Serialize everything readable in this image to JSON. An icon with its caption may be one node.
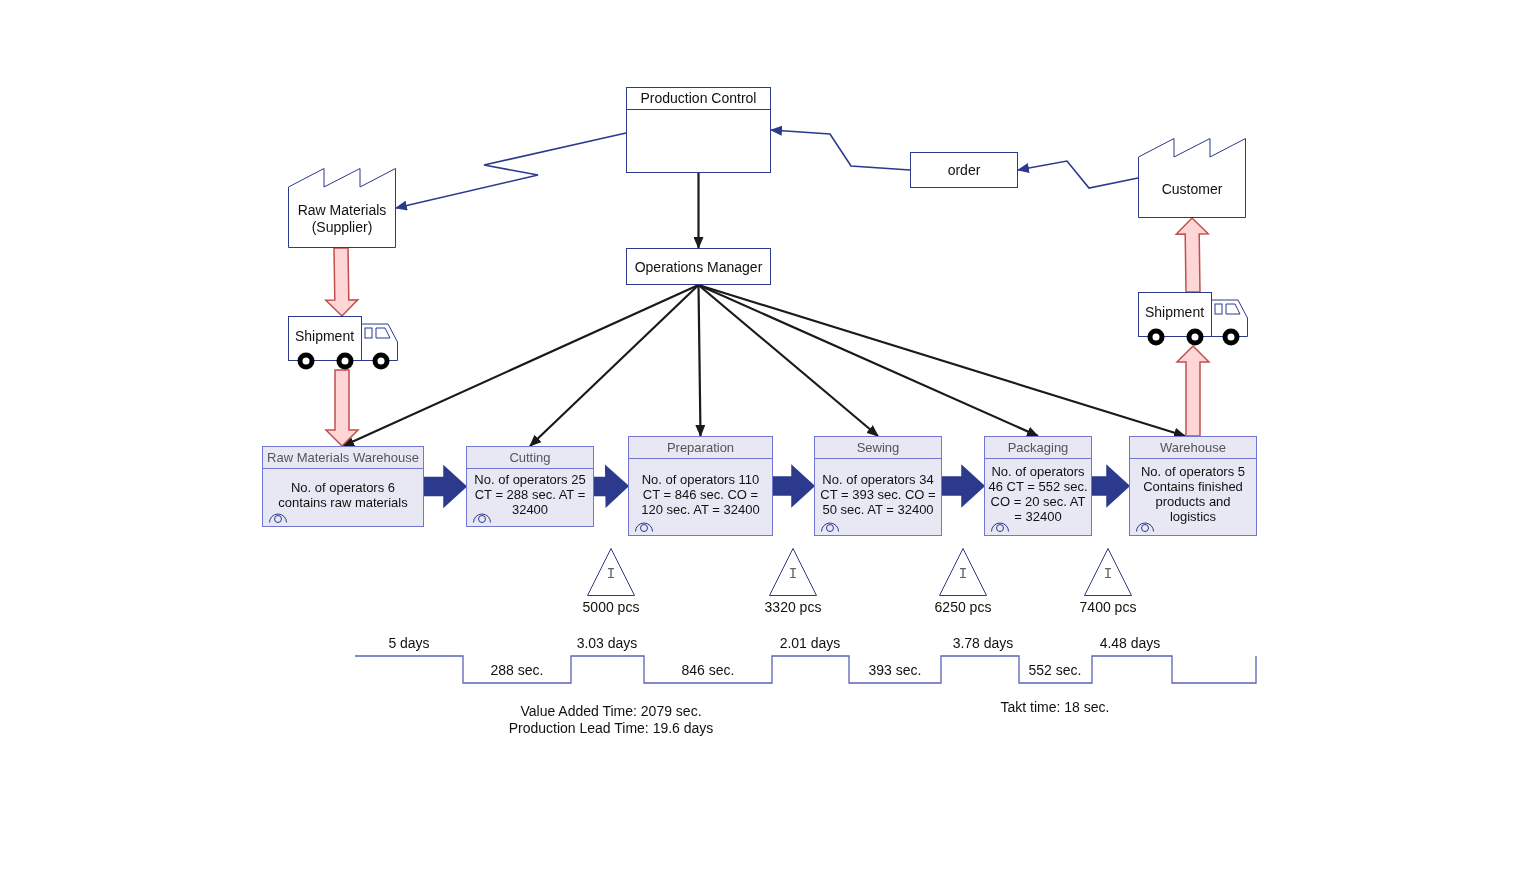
{
  "diagram": {
    "nodes": [
      {
        "text": [
          "Production Control"
        ]
      },
      {
        "text": [
          "Raw Materials (Supplier)"
        ]
      },
      {
        "text": [
          "order"
        ]
      },
      {
        "text": [
          "Customer"
        ]
      },
      {
        "text": [
          "Operations Manager"
        ]
      },
      {
        "text": [
          "Shipment"
        ]
      },
      {
        "text": [
          "Shipment"
        ]
      },
      {
        "text": [
          "Raw Materials Warehouse",
          "No. of operators 6 contains raw materials"
        ]
      },
      {
        "text": [
          "Cutting",
          "No. of operators 25 CT = 288 sec. AT = 32400"
        ]
      },
      {
        "text": [
          "Preparation",
          "No. of operators 110 CT = 846 sec. CO = 120 sec. AT = 32400"
        ]
      },
      {
        "text": [
          "Sewing",
          "No. of operators 34 CT = 393 sec. CO = 50 sec. AT = 32400"
        ]
      },
      {
        "text": [
          "Packaging",
          "No. of operators 46 CT = 552 sec. CO = 20 sec. AT = 32400"
        ]
      },
      {
        "text": [
          "Warehouse",
          "No. of operators 5 Contains finished products and logistics"
        ]
      },
      {
        "text": [
          "I"
        ],
        "beside": [
          "5000 pcs"
        ]
      },
      {
        "text": [
          "I"
        ],
        "beside": [
          "3320 pcs"
        ]
      },
      {
        "text": [
          "I"
        ],
        "beside": [
          "6250 pcs"
        ]
      },
      {
        "text": [
          "I"
        ],
        "beside": [
          "7400 pcs"
        ]
      }
    ],
    "edges": [
      {
        "from": 0,
        "to": 1,
        "arrow": "to",
        "color": "#2b3a8c"
      },
      {
        "from": 2,
        "to": 0,
        "arrow": "to",
        "color": "#2b3a8c"
      },
      {
        "from": 3,
        "to": 2,
        "arrow": "to",
        "color": "#2b3a8c"
      },
      {
        "from": 0,
        "to": 4,
        "arrow": "to"
      },
      {
        "from": 4,
        "to": 7,
        "arrow": "to"
      },
      {
        "from": 4,
        "to": 8,
        "arrow": "to"
      },
      {
        "from": 4,
        "to": 9,
        "arrow": "to"
      },
      {
        "from": 4,
        "to": 10,
        "arrow": "to"
      },
      {
        "from": 4,
        "to": 11,
        "arrow": "to"
      },
      {
        "from": 4,
        "to": 12,
        "arrow": "to"
      },
      {
        "from": 1,
        "to": 5,
        "arrow": "to",
        "style": "thick",
        "color": "#c0504d"
      },
      {
        "from": 5,
        "to": 7,
        "arrow": "to",
        "style": "thick",
        "color": "#c0504d"
      },
      {
        "from": 12,
        "to": 6,
        "arrow": "to",
        "style": "thick",
        "color": "#c0504d"
      },
      {
        "from": 6,
        "to": 3,
        "arrow": "to",
        "style": "thick",
        "color": "#c0504d"
      },
      {
        "from": 7,
        "to": 8,
        "arrow": "to",
        "style": "thick",
        "color": "#2b3a8c"
      },
      {
        "from": 8,
        "to": 9,
        "arrow": "to",
        "style": "thick",
        "color": "#2b3a8c"
      },
      {
        "from": 9,
        "to": 10,
        "arrow": "to",
        "style": "thick",
        "color": "#2b3a8c"
      },
      {
        "from": 10,
        "to": 11,
        "arrow": "to",
        "style": "thick",
        "color": "#2b3a8c"
      },
      {
        "from": 11,
        "to": 12,
        "arrow": "to",
        "style": "thick",
        "color": "#2b3a8c"
      }
    ],
    "labels": [
      "5 days",
      "288 sec.",
      "3.03 days",
      "846 sec.",
      "2.01 days",
      "393 sec.",
      "3.78 days",
      "552 sec.",
      "4.48 days",
      "Value Added Time: 2079 sec.",
      "Production Lead Time: 19.6 days",
      "Takt time: 18 sec."
    ]
  }
}
